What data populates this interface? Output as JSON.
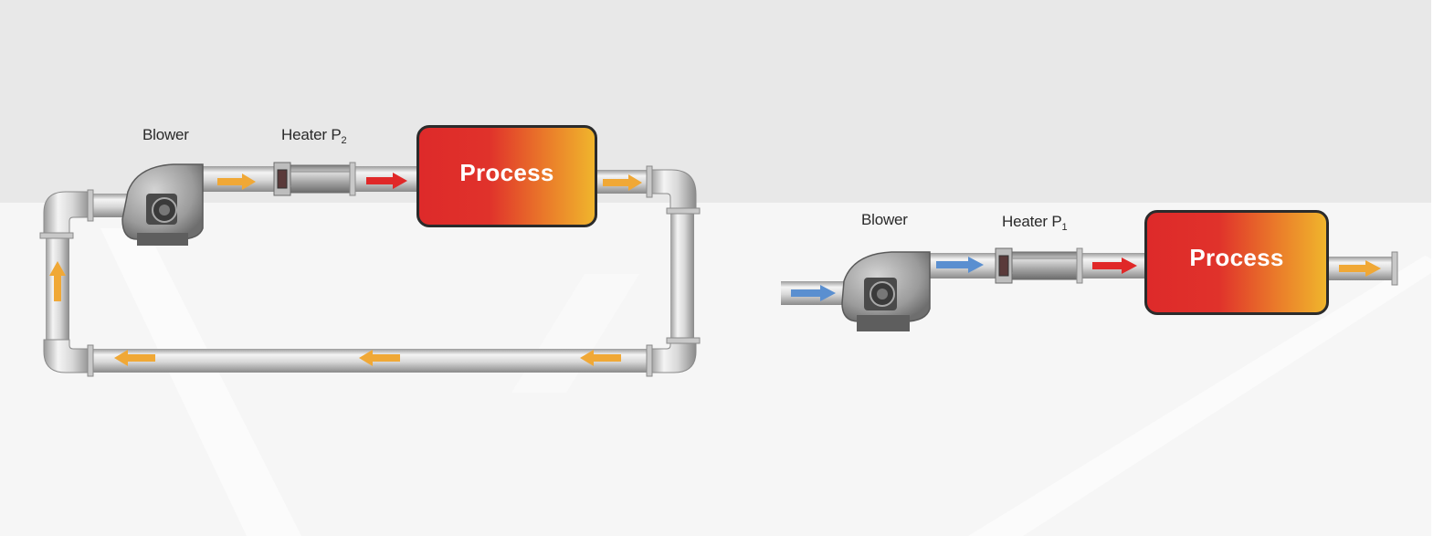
{
  "closed_loop": {
    "blower_label": "Blower",
    "heater_label": "Heater P",
    "heater_subscript": "2",
    "process_label": "Process"
  },
  "open_loop": {
    "blower_label": "Blower",
    "heater_label": "Heater P",
    "heater_subscript": "1",
    "process_label": "Process"
  },
  "colors": {
    "recirculated_air_arrow": "#f0a836",
    "hot_air_arrow": "#e02828",
    "fresh_air_arrow": "#5a8fd0",
    "process_gradient_start": "#de2a2a",
    "process_gradient_end": "#f0b52c"
  }
}
